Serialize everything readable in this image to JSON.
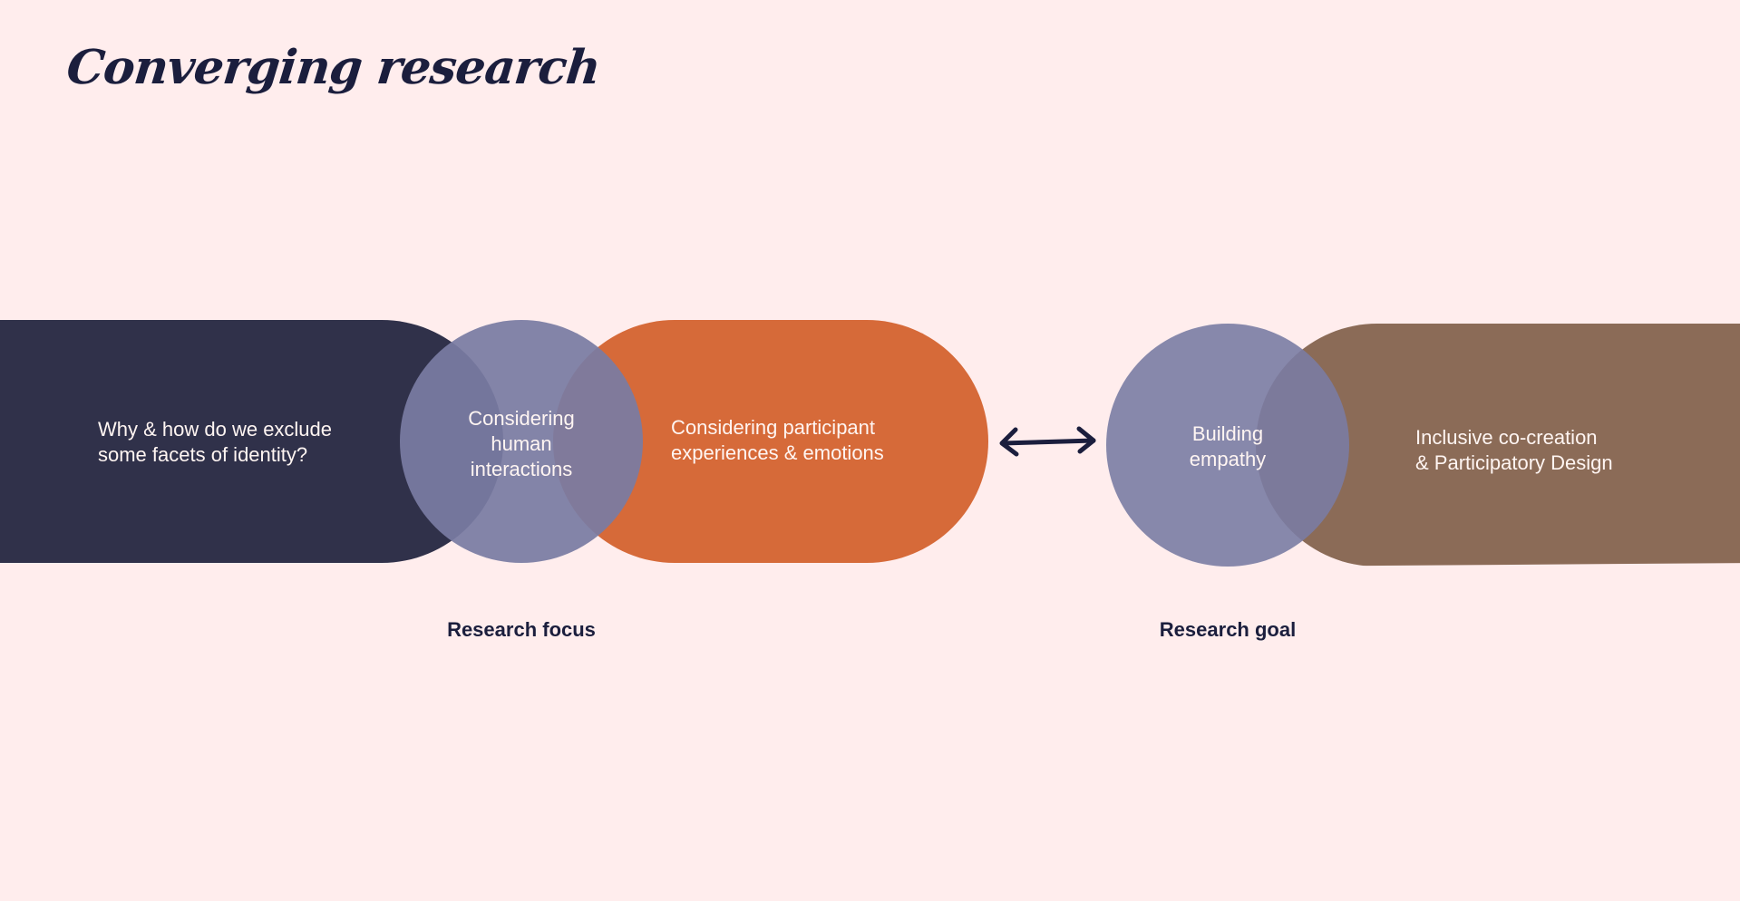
{
  "title": "Converging research",
  "colors": {
    "background": "#FFEDED",
    "navy": "#30314A",
    "lavender": "#7A7CA3",
    "orange": "#D66A39",
    "brown": "#8B6B57",
    "text_dark": "#1B1E3D"
  },
  "focus_group": {
    "left_shape": {
      "text_line1": "Why & how do we exclude",
      "text_line2": "some facets of identity?"
    },
    "center_circle": {
      "line1": "Considering",
      "line2": "human",
      "line3": "interactions"
    },
    "right_shape": {
      "text_line1": "Considering participant",
      "text_line2": "experiences & emotions"
    },
    "caption": "Research focus"
  },
  "connector": {
    "icon": "double-headed-arrow-icon"
  },
  "goal_group": {
    "circle": {
      "line1": "Building",
      "line2": "empathy"
    },
    "right_shape": {
      "text_line1": "Inclusive co-creation",
      "text_line2": "& Participatory Design"
    },
    "caption": "Research goal"
  }
}
